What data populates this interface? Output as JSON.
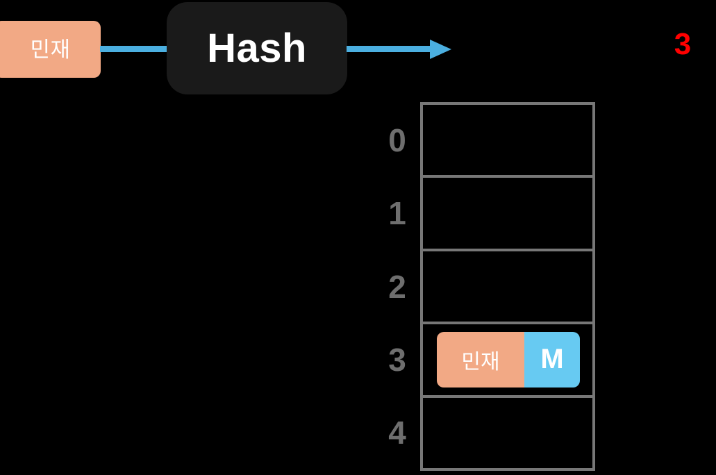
{
  "diagram": {
    "input": {
      "key_label": "민재"
    },
    "hash_function": {
      "label": "Hash"
    },
    "arrow": {
      "icon": "arrow-right-icon"
    },
    "result": {
      "value": "3",
      "color": "#ff0000"
    },
    "table": {
      "buckets": [
        {
          "index": "0",
          "entry": null
        },
        {
          "index": "1",
          "entry": null
        },
        {
          "index": "2",
          "entry": null
        },
        {
          "index": "3",
          "entry": {
            "key": "민재",
            "value": "M"
          }
        },
        {
          "index": "4",
          "entry": null
        }
      ]
    },
    "colors": {
      "key_chip": "#f2a985",
      "value_chip": "#67caf2",
      "connector": "#4bafe0",
      "hash_box": "#1a1a1a",
      "table_border": "#777777",
      "index_label": "#6e6e6e",
      "background": "#000000"
    }
  }
}
